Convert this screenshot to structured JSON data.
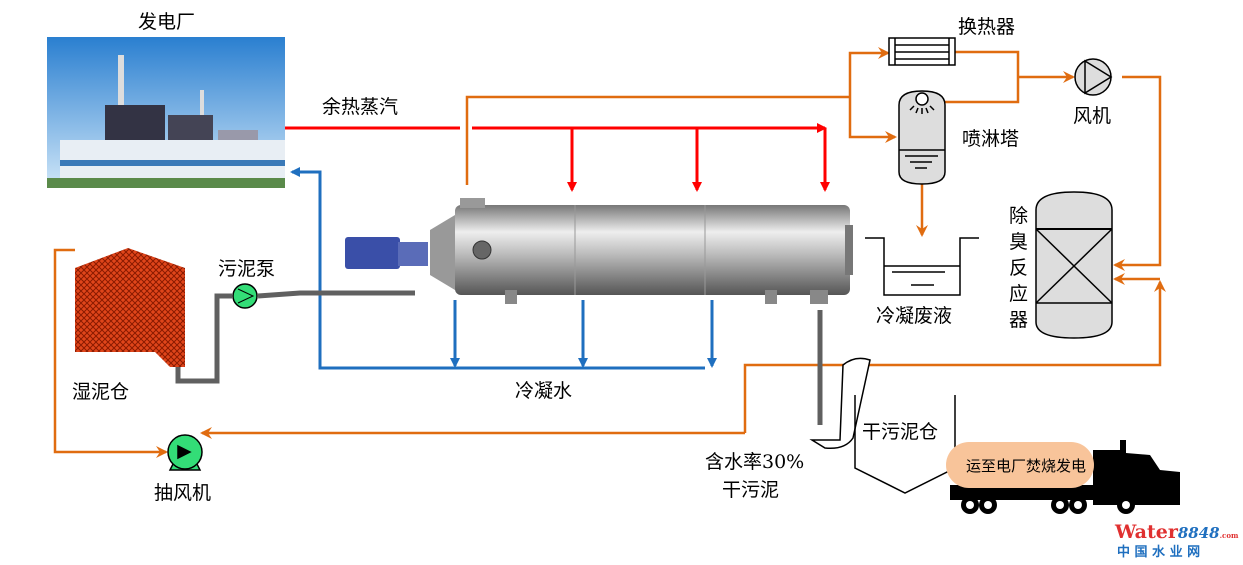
{
  "labels": {
    "power_plant": "发电厂",
    "waste_heat_steam": "余热蒸汽",
    "heat_exchanger": "换热器",
    "fan": "风机",
    "spray_tower": "喷淋塔",
    "deodor_reactor": [
      "除",
      "臭",
      "反",
      "应",
      "器"
    ],
    "condensate_waste": "冷凝废液",
    "sludge_pump": "污泥泵",
    "wet_sludge_bin": "湿泥仓",
    "condensate_water": "冷凝水",
    "dry_sludge_bin": "干污泥仓",
    "moisture_line1": "含水率30%",
    "moisture_line2": "干污泥",
    "exhaust_fan": "抽风机",
    "truck_label": "运至电厂焚烧发电"
  },
  "watermark": {
    "brand": "Water8848.com",
    "sub": "中 国 水 业 网"
  },
  "colors": {
    "steam": "#ff0000",
    "water": "#1f6fbf",
    "air": "#e06c10",
    "sludge": "#606060",
    "truck_label_bg": "#f8c49a"
  }
}
